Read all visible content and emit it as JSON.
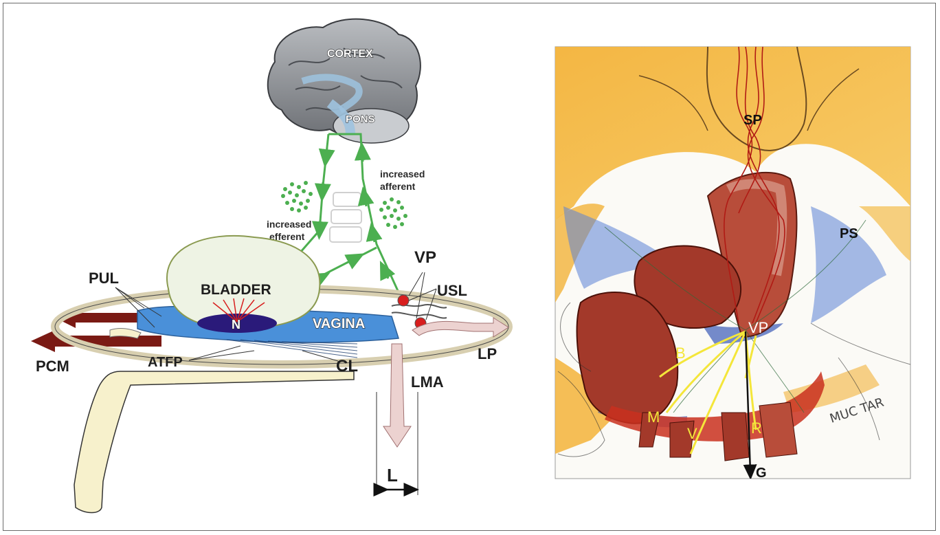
{
  "left_diagram": {
    "labels": {
      "cortex": "CORTEX",
      "pons": "PONS",
      "bladder": "BLADDER",
      "n": "N",
      "vagina": "VAGINA",
      "pul": "PUL",
      "pcm": "PCM",
      "atfp": "ATFP",
      "cl": "CL",
      "vp": "VP",
      "usl": "USL",
      "lp": "LP",
      "lma": "LMA",
      "l": "L",
      "increased_afferent_1": "increased",
      "increased_afferent_2": "afferent",
      "increased_efferent_1": "increased",
      "increased_efferent_2": "efferent"
    },
    "colors": {
      "nerve_green": "#4caf50",
      "bladder_fill": "#eef3e4",
      "vagina_blue": "#4a90d9",
      "muscle_red": "#7a1a14",
      "node_red": "#d81e1e",
      "ring": "#f5eed9"
    }
  },
  "right_drawing": {
    "labels": {
      "sp": "SP",
      "ps": "PS",
      "vp": "VP",
      "b": "B",
      "m": "M",
      "v": "V",
      "r": "R",
      "g": "G",
      "muc_tar": "MUC TAR"
    }
  }
}
